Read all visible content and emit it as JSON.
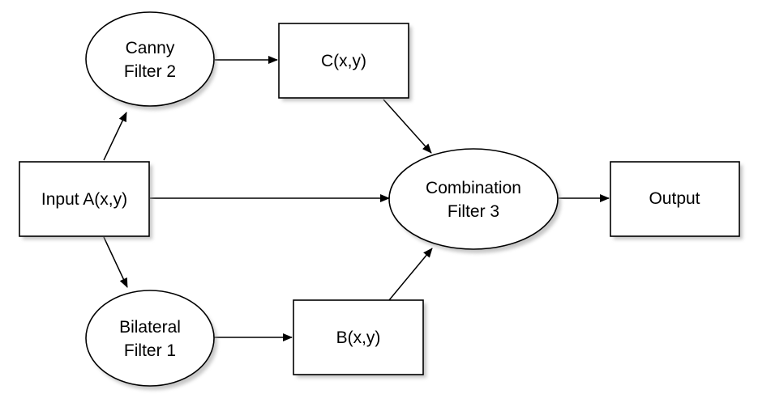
{
  "diagram": {
    "nodes": {
      "canny": {
        "lines": [
          "Canny",
          "Filter 2"
        ]
      },
      "c_xy": {
        "lines": [
          "C(x,y)"
        ]
      },
      "input": {
        "lines": [
          "Input A(x,y)"
        ]
      },
      "combination": {
        "lines": [
          "Combination",
          "Filter 3"
        ]
      },
      "output": {
        "lines": [
          "Output"
        ]
      },
      "bilateral": {
        "lines": [
          "Bilateral",
          "Filter 1"
        ]
      },
      "b_xy": {
        "lines": [
          "B(x,y)"
        ]
      }
    },
    "edges": [
      {
        "from": "input",
        "to": "canny"
      },
      {
        "from": "input",
        "to": "bilateral"
      },
      {
        "from": "input",
        "to": "combination"
      },
      {
        "from": "canny",
        "to": "c_xy"
      },
      {
        "from": "bilateral",
        "to": "b_xy"
      },
      {
        "from": "c_xy",
        "to": "combination"
      },
      {
        "from": "b_xy",
        "to": "combination"
      },
      {
        "from": "combination",
        "to": "output"
      }
    ]
  }
}
